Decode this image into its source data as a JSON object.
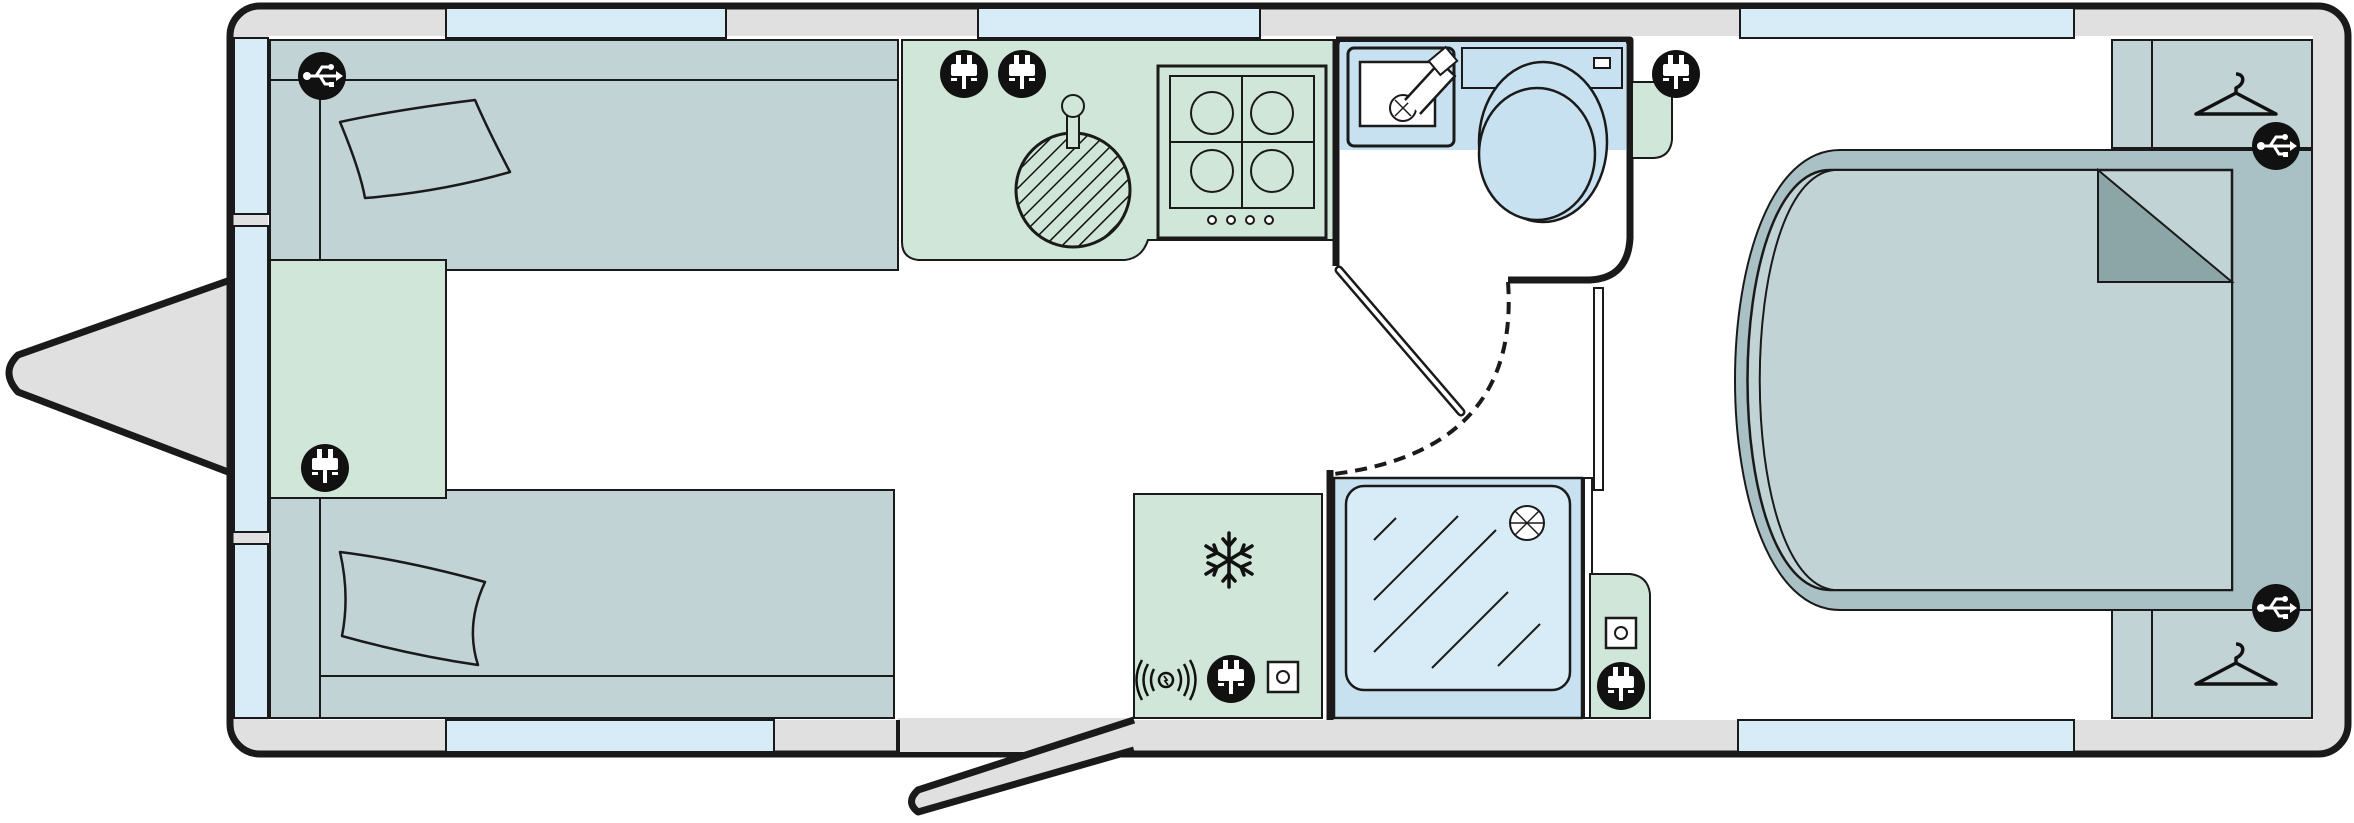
{
  "floorplan": {
    "palette": {
      "outline": "#1a1a1a",
      "shell": "#e0e0e0",
      "window": "#d8ecf7",
      "berth": "#c2d3d6",
      "kitchen": "#d0e6d8",
      "washroom": "#c7e1f1",
      "duvet_fold": "#8ca6a8",
      "icon_badge": "#111111"
    },
    "zones": [
      {
        "name": "a-frame",
        "label": ""
      },
      {
        "name": "front-bunk-upper",
        "label": ""
      },
      {
        "name": "front-bunk-lower",
        "label": ""
      },
      {
        "name": "front-cabinet",
        "label": ""
      },
      {
        "name": "kitchen-counter",
        "label": ""
      },
      {
        "name": "fridge-unit",
        "label": ""
      },
      {
        "name": "washroom",
        "label": ""
      },
      {
        "name": "shower-tray",
        "label": ""
      },
      {
        "name": "island-bed",
        "label": ""
      },
      {
        "name": "bedside-wardrobe-top",
        "label": ""
      },
      {
        "name": "bedside-wardrobe-bottom",
        "label": ""
      }
    ],
    "icons": [
      {
        "name": "usb-socket-icon",
        "count": 3
      },
      {
        "name": "mains-socket-icon",
        "count": 6
      },
      {
        "name": "coat-hanger-icon",
        "count": 2
      },
      {
        "name": "snowflake-icon",
        "count": 1
      },
      {
        "name": "wireless-charging-icon",
        "count": 1
      },
      {
        "name": "hob-burner-icon",
        "count": 4
      },
      {
        "name": "shower-drain-icon",
        "count": 1
      },
      {
        "name": "sink-drain-icon",
        "count": 1
      }
    ]
  }
}
